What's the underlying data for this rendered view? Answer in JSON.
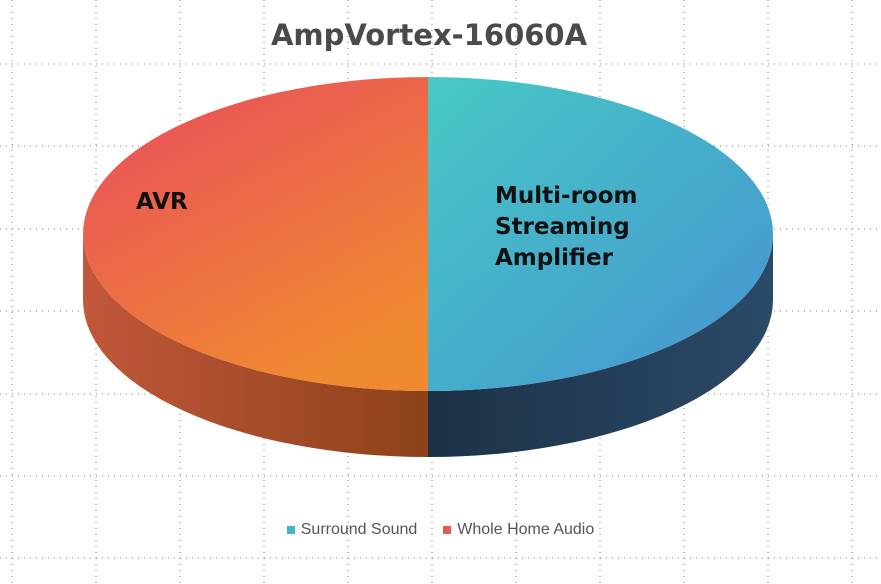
{
  "chart_data": {
    "type": "pie",
    "title": "AmpVortex-16060A",
    "categories": [
      "Surround Sound",
      "Whole Home Audio"
    ],
    "values": [
      50,
      50
    ],
    "slice_labels": [
      [
        "Multi-room",
        "Streaming",
        "Amplifier"
      ],
      [
        "AVR"
      ]
    ],
    "colors": {
      "surround_sound": "#3fb6c7",
      "whole_home_audio": "#e65a55"
    },
    "three_d": true,
    "legend_position": "bottom",
    "grid": true
  }
}
